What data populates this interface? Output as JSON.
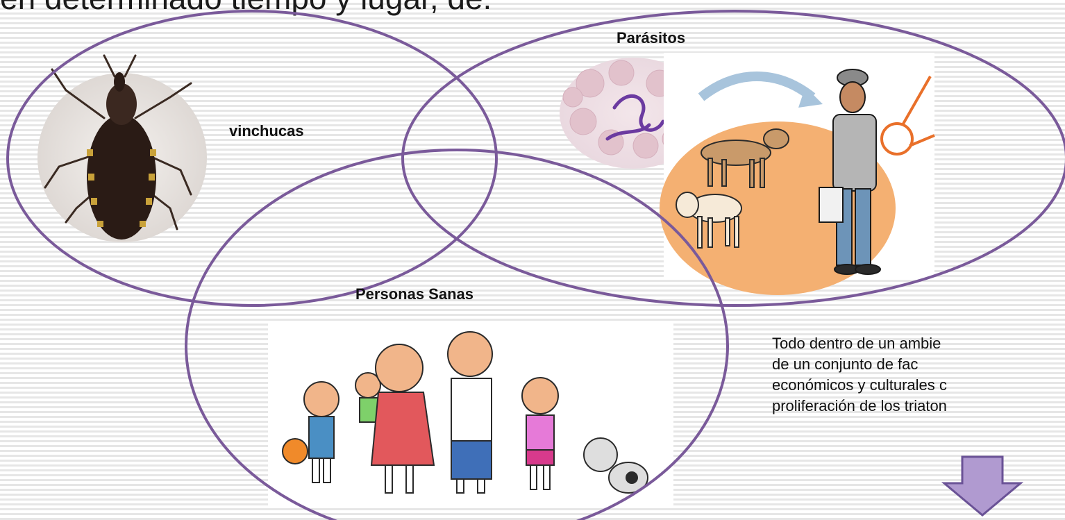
{
  "slide": {
    "heading": "en determinado tiempo y lugar, de:",
    "labels": {
      "vinchucas": "vinchucas",
      "parasitos": "Parásitos",
      "personas": "Personas Sanas"
    },
    "body_lines": [
      "Todo dentro de un ambie",
      "de un conjunto de fac",
      "económicos y culturales c",
      "proliferación de los triaton"
    ],
    "colors": {
      "circle_outline": "#7a5a9a",
      "arrow_fill": "#b09ad0",
      "arrow_stroke": "#6a5296"
    },
    "images": [
      {
        "name": "vinchuca-photo",
        "description": "insect"
      },
      {
        "name": "parasite-micrograph",
        "description": "parasites"
      },
      {
        "name": "transmission-cycle-illustration",
        "description": "dogs and man"
      },
      {
        "name": "healthy-family-drawing",
        "description": "family"
      }
    ],
    "icons": [
      "down-arrow-icon"
    ]
  }
}
